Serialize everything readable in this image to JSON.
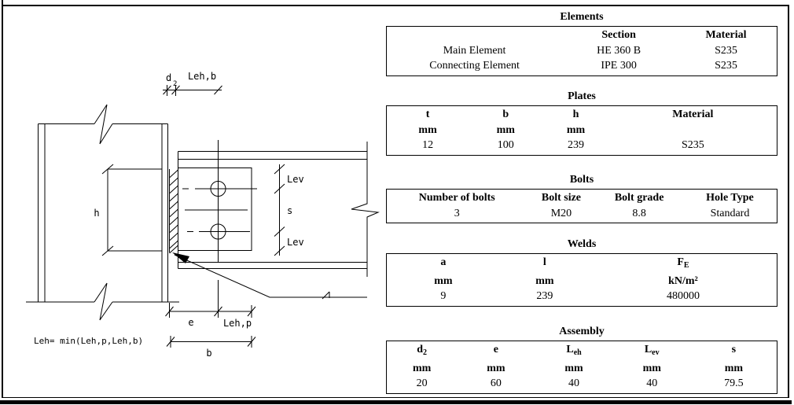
{
  "drawing": {
    "labels": {
      "dim_d2_main": "d",
      "dim_d2_sub": "2",
      "dim_leh_b": "Leh,b",
      "dim_h": "h",
      "dim_lev_top": "Lev",
      "dim_s": "s",
      "dim_lev_bottom": "Lev",
      "dim_e": "e",
      "dim_leh_p": "Leh,p",
      "dim_b": "b",
      "formula": "Leh= min(Leh,p,Leh,b)"
    }
  },
  "tables": {
    "elements": {
      "title": "Elements",
      "headers": [
        "",
        "Section",
        "Material"
      ],
      "rows": [
        {
          "label": "Main Element",
          "section": "HE 360 B",
          "material": "S235"
        },
        {
          "label": "Connecting Element",
          "section": "IPE 300",
          "material": "S235"
        }
      ]
    },
    "plates": {
      "title": "Plates",
      "headers": [
        "t",
        "b",
        "h",
        "Material"
      ],
      "units": [
        "mm",
        "mm",
        "mm",
        ""
      ],
      "values": [
        "12",
        "100",
        "239",
        "S235"
      ]
    },
    "bolts": {
      "title": "Bolts",
      "headers": [
        "Number of bolts",
        "Bolt size",
        "Bolt grade",
        "Hole Type"
      ],
      "values": [
        "3",
        "M20",
        "8.8",
        "Standard"
      ]
    },
    "welds": {
      "title": "Welds",
      "headers": [
        {
          "main": "a",
          "sub": ""
        },
        {
          "main": "l",
          "sub": ""
        },
        {
          "main": "F",
          "sub": "E"
        }
      ],
      "units": [
        "mm",
        "mm",
        "kN/m²"
      ],
      "values": [
        "9",
        "239",
        "480000"
      ]
    },
    "assembly": {
      "title": "Assembly",
      "headers": [
        {
          "main": "d",
          "sub": "2"
        },
        {
          "main": "e",
          "sub": ""
        },
        {
          "main": "L",
          "sub": "eh"
        },
        {
          "main": "L",
          "sub": "ev"
        },
        {
          "main": "s",
          "sub": ""
        }
      ],
      "units": [
        "mm",
        "mm",
        "mm",
        "mm",
        "mm"
      ],
      "values": [
        "20",
        "60",
        "40",
        "40",
        "79.5"
      ]
    }
  }
}
